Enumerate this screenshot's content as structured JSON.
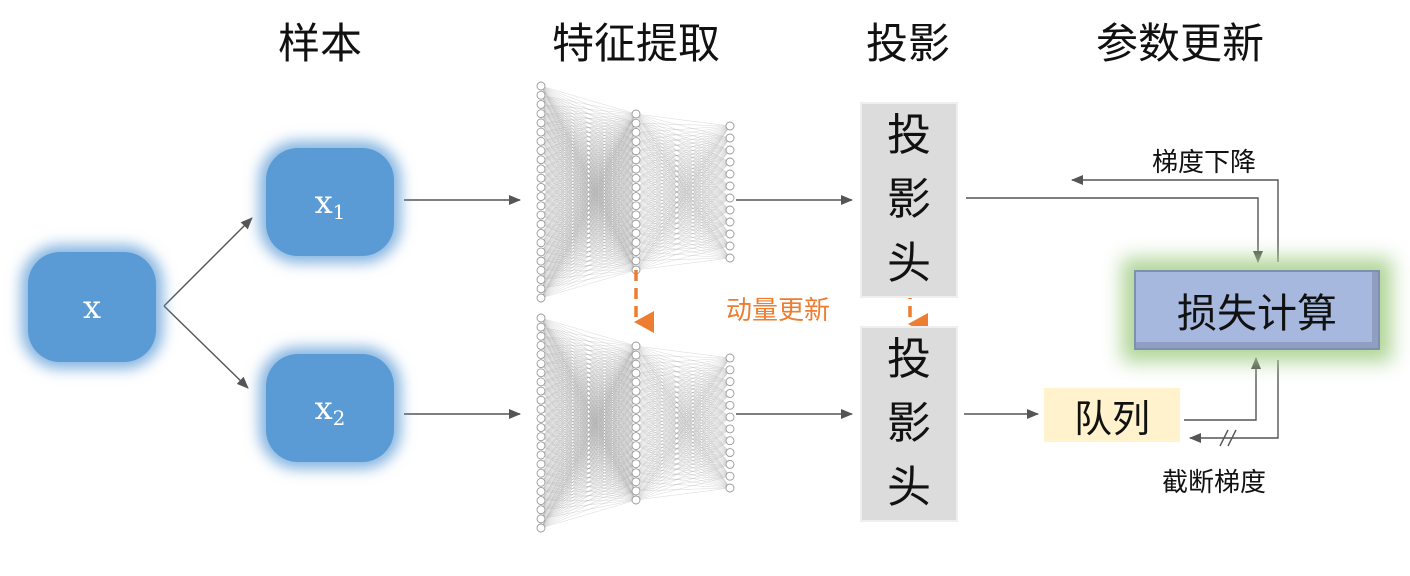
{
  "headers": {
    "sample": "样本",
    "feature": "特征提取",
    "projection": "投影",
    "update": "参数更新"
  },
  "nodes": {
    "x": "x",
    "x1_base": "x",
    "x1_sub": "1",
    "x2_base": "x",
    "x2_sub": "2",
    "proj_top": [
      "投",
      "影",
      "头"
    ],
    "proj_bottom": [
      "投",
      "影",
      "头"
    ],
    "loss": "损失计算",
    "queue": "队列"
  },
  "labels": {
    "momentum": "动量更新",
    "gradient_descent": "梯度下降",
    "stop_gradient": "截断梯度"
  },
  "colors": {
    "blue_box": "#5b9bd5",
    "projection_box": "#dcdcdc",
    "loss_box": "#a7b8de",
    "loss_glow": "#a9d18e",
    "queue_box": "#fff2cc",
    "momentum_arrow": "#ed7d31",
    "edge": "#555555"
  }
}
